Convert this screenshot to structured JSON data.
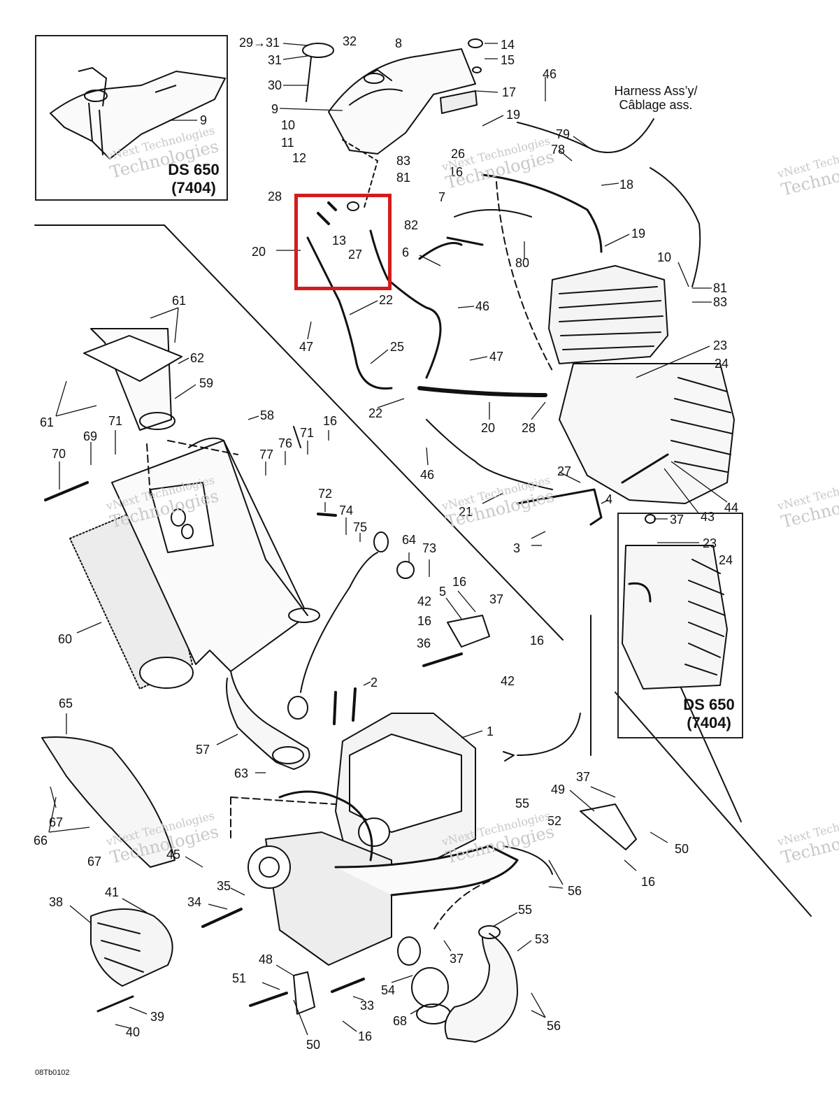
{
  "diagram": {
    "figure_ref": "08Tb0102",
    "harness_label": [
      "Harness Ass’y/",
      "Câblage ass."
    ],
    "insets": [
      {
        "title": "DS 650",
        "code": "(7404)",
        "callout": "9"
      },
      {
        "title": "DS 650",
        "code": "(7404)",
        "callouts": [
          "23",
          "24"
        ]
      }
    ],
    "watermark": {
      "line1": "vNext Technologies",
      "line2": "Technologies"
    },
    "highlight_color": "#d41c1c",
    "callouts": [
      "29→31",
      "31",
      "32",
      "8",
      "14",
      "15",
      "30",
      "17",
      "9",
      "19",
      "10",
      "11",
      "83",
      "26",
      "16",
      "12",
      "81",
      "7",
      "82",
      "79",
      "78",
      "46",
      "18",
      "28",
      "13",
      "27",
      "20",
      "6",
      "80",
      "19",
      "10",
      "81",
      "83",
      "22",
      "46",
      "47",
      "25",
      "47",
      "23",
      "24",
      "22",
      "20",
      "28",
      "61",
      "62",
      "59",
      "61",
      "58",
      "71",
      "16",
      "69",
      "70",
      "77",
      "76",
      "71",
      "46",
      "27",
      "4",
      "44",
      "43",
      "37",
      "21",
      "3",
      "72",
      "74",
      "75",
      "64",
      "73",
      "16",
      "5",
      "37",
      "42",
      "16",
      "16",
      "36",
      "42",
      "60",
      "65",
      "57",
      "2",
      "1",
      "63",
      "67",
      "66",
      "67",
      "45",
      "55",
      "52",
      "49",
      "37",
      "50",
      "16",
      "56",
      "35",
      "34",
      "38",
      "41",
      "55",
      "53",
      "48",
      "51",
      "33",
      "54",
      "68",
      "37",
      "39",
      "40",
      "50",
      "16",
      "56"
    ]
  }
}
